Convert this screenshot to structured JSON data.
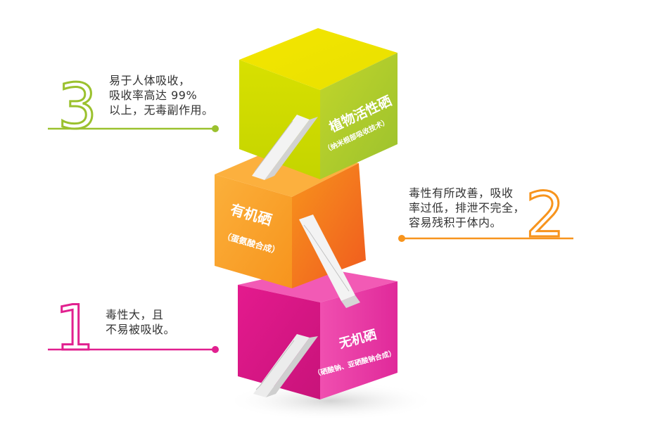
{
  "tiers": [
    {
      "number": "1",
      "title": "无机硒",
      "subtitle": "（硒酸钠、亚硒酸钠合成）",
      "color": "#e1208f",
      "description": [
        "毒性大，且",
        "不易被吸收。"
      ]
    },
    {
      "number": "2",
      "title": "有机硒",
      "subtitle": "（蛋氨酸合成）",
      "color": "#f7941d",
      "description": [
        "毒性有所改善，吸收",
        "率过低，排泄不完全，",
        "容易残积于体内。"
      ]
    },
    {
      "number": "3",
      "title": "植物活性硒",
      "subtitle": "（纳米根部吸收技术）",
      "color": "#a3c72a",
      "description": [
        "易于人体吸收，",
        "吸收率高达 99%",
        "以上，无毒副作用。"
      ]
    }
  ]
}
